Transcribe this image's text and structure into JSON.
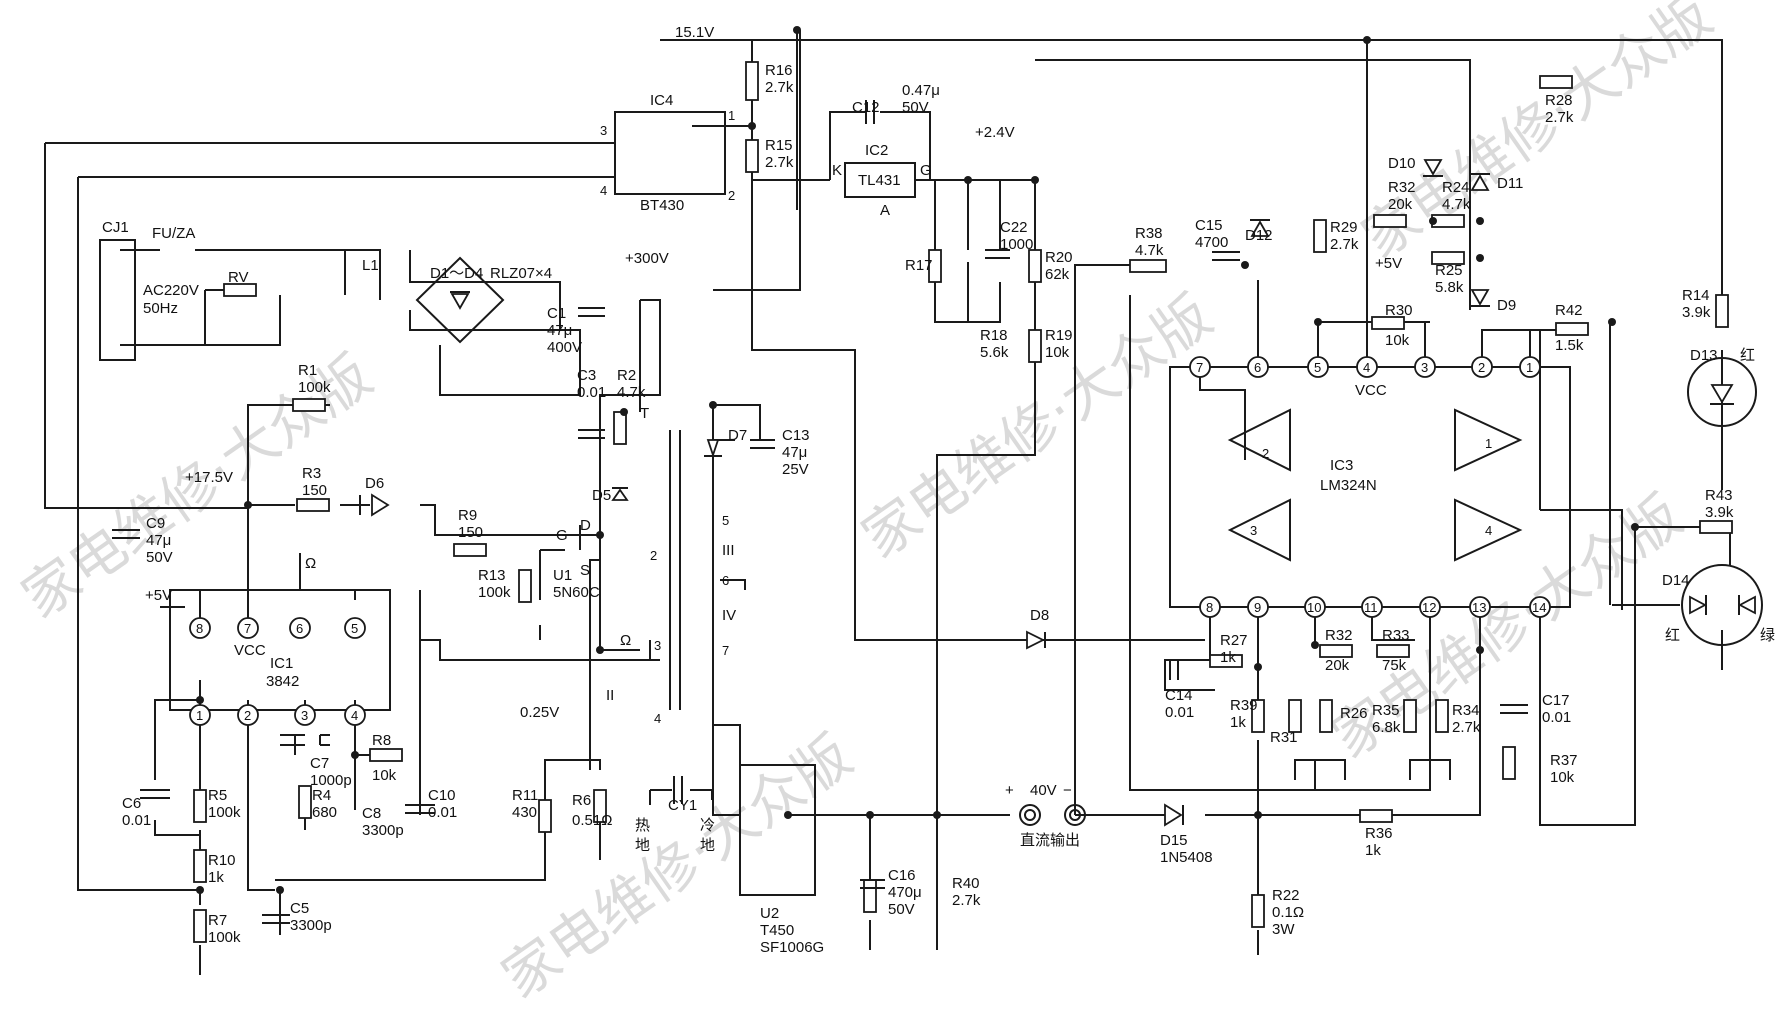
{
  "watermark": "家电维修·大众版",
  "labels": {
    "v15": "15.1V",
    "v24": "+2.4V",
    "v300": "+300V",
    "v175": "+17.5V",
    "v5a": "+5V",
    "v5b": "+5V",
    "v025": "0.25V",
    "v40": "40V",
    "plus": "+",
    "minus": "−",
    "dcout": "直流输出",
    "hot": "热地",
    "hot1": "热",
    "hot2": "地",
    "cold1": "冷",
    "cold2": "地",
    "red1": "红",
    "red2": "红",
    "green": "绿",
    "omega1": "Ω",
    "omega2": "Ω"
  },
  "components": {
    "cj1": "CJ1",
    "fu": "FU/ZA",
    "ac1": "AC220V",
    "ac2": "50Hz",
    "rv": "RV",
    "l1": "L1",
    "bridge": "D1～D4",
    "bridge_part": "RLZ07×4",
    "c1": "C1",
    "c1v": "47μ",
    "c1u": "400V",
    "c3": "C3",
    "c3v": "0.01",
    "r2": "R2",
    "r2v": "4.7k",
    "d5": "D5",
    "t": "T",
    "r1": "R1",
    "r1v": "100k",
    "r3": "R3",
    "r3v": "150",
    "d6": "D6",
    "c9": "C9",
    "c9v": "47μ",
    "c9u": "50V",
    "r9": "R9",
    "r9v": "150",
    "r13": "R13",
    "r13v": "100k",
    "u1": "U1",
    "u1v": "5N60C",
    "g": "G",
    "d": "D",
    "s": "S",
    "ic1": "IC1",
    "ic1v": "3842",
    "vcc1": "VCC",
    "c6": "C6",
    "c6v": "0.01",
    "r5": "R5",
    "r5v": "100k",
    "r10": "R10",
    "r10v": "1k",
    "r7": "R7",
    "r7v": "100k",
    "c7": "C7",
    "c7v": "1000p",
    "r4": "R4",
    "r4v": "680",
    "c8": "C8",
    "c8v": "3300p",
    "r8": "R8",
    "r8v": "10k",
    "c10": "C10",
    "c10v": "0.01",
    "c5": "C5",
    "c5v": "3300p",
    "r11": "R11",
    "r11v": "430",
    "r6": "R6",
    "r6v": "0.51Ω",
    "cy1": "CY1",
    "ic4": "IC4",
    "ic4v": "BT430",
    "r16": "R16",
    "r16v": "2.7k",
    "r15": "R15",
    "r15v": "2.7k",
    "c12": "C12",
    "c12v": "0.47μ",
    "c12u": "50V",
    "ic2": "IC2",
    "ic2v": "TL431",
    "k": "K",
    "a": "A",
    "gg": "G",
    "r17": "R17",
    "r18": "R18",
    "r18v": "5.6k",
    "c22": "C22",
    "c22v": "1000",
    "r20": "R20",
    "r20v": "62k",
    "r19": "R19",
    "r19v": "10k",
    "d7": "D7",
    "c13": "C13",
    "c13v": "47μ",
    "c13u": "25V",
    "w3": "III",
    "w4": "IV",
    "w2": "II",
    "u2": "U2",
    "u2v": "T450",
    "u2p": "SF1006G",
    "c16": "C16",
    "c16v": "470μ",
    "c16u": "50V",
    "r40": "R40",
    "r40v": "2.7k",
    "r38": "R38",
    "r38v": "4.7k",
    "c15": "C15",
    "c15v": "4700",
    "d12": "D12",
    "r29": "R29",
    "r29v": "2.7k",
    "d10": "D10",
    "r32a": "R32",
    "r32av": "20k",
    "r24": "R24",
    "r24v": "4.7k",
    "d11": "D11",
    "r25": "R25",
    "r25v": "5.8k",
    "d9": "D9",
    "r30": "R30",
    "r30v": "10k",
    "r28": "R28",
    "r28v": "2.7k",
    "r42": "R42",
    "r42v": "1.5k",
    "ic3": "IC3",
    "ic3v": "LM324N",
    "vcc3": "VCC",
    "d8": "D8",
    "r27": "R27",
    "r27v": "1k",
    "c14": "C14",
    "c14v": "0.01",
    "r39": "R39",
    "r39v": "1k",
    "r31": "R31",
    "r26": "R26",
    "r32b": "R32",
    "r32bv": "20k",
    "r33": "R33",
    "r33v": "75k",
    "r35": "R35",
    "r35v": "6.8k",
    "r34": "R34",
    "r34v": "2.7k",
    "c17": "C17",
    "c17v": "0.01",
    "r37": "R37",
    "r37v": "10k",
    "d15": "D15",
    "d15v": "1N5408",
    "r36": "R36",
    "r36v": "1k",
    "r22": "R22",
    "r22v": "0.1Ω",
    "r22u": "3W",
    "r14": "R14",
    "r14v": "3.9k",
    "d13": "D13",
    "r43": "R43",
    "r43v": "3.9k",
    "d14": "D14"
  }
}
